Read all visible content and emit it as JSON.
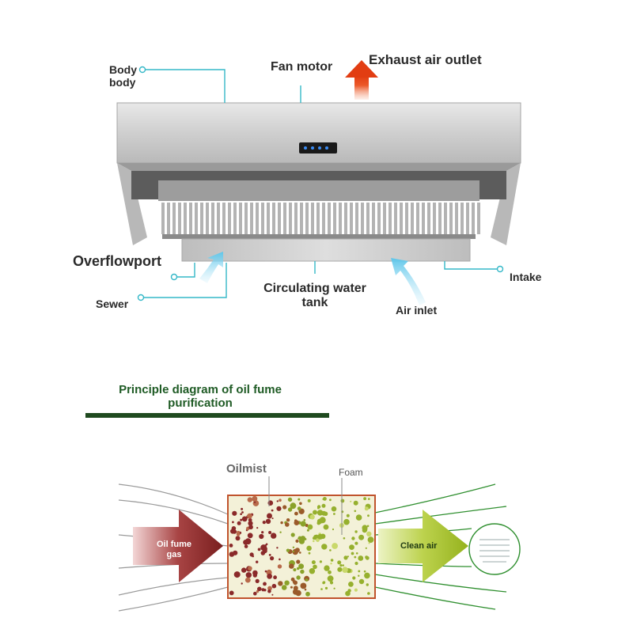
{
  "hood_labels": {
    "body": "Body",
    "body_sub": "body",
    "fan_motor": "Fan motor",
    "exhaust_outlet": "Exhaust air outlet",
    "overflow_port": "Overflowport",
    "sewer": "Sewer",
    "tank_line1": "Circulating water",
    "tank_line2": "tank",
    "air_inlet": "Air inlet",
    "intake": "Intake"
  },
  "section": {
    "title_line1": "Principle diagram of oil fume",
    "title_line2": "purification"
  },
  "principle": {
    "oil_mist": "Oilmist",
    "foam": "Foam",
    "input_line1": "Oil fume",
    "input_line2": "gas",
    "output": "Clean air"
  },
  "colors": {
    "exhaust_arrow": "#e8461e",
    "callout": "#35b8c8",
    "air_flow": "#7fd3ee",
    "hood_steel": "#c9c9c9",
    "title_green": "#1f5b25",
    "input_arrow": "#8a2a2a",
    "output_arrow": "#a9c33a",
    "filter_border": "#c0532d",
    "flow_lines_out": "#2f8f2f"
  }
}
